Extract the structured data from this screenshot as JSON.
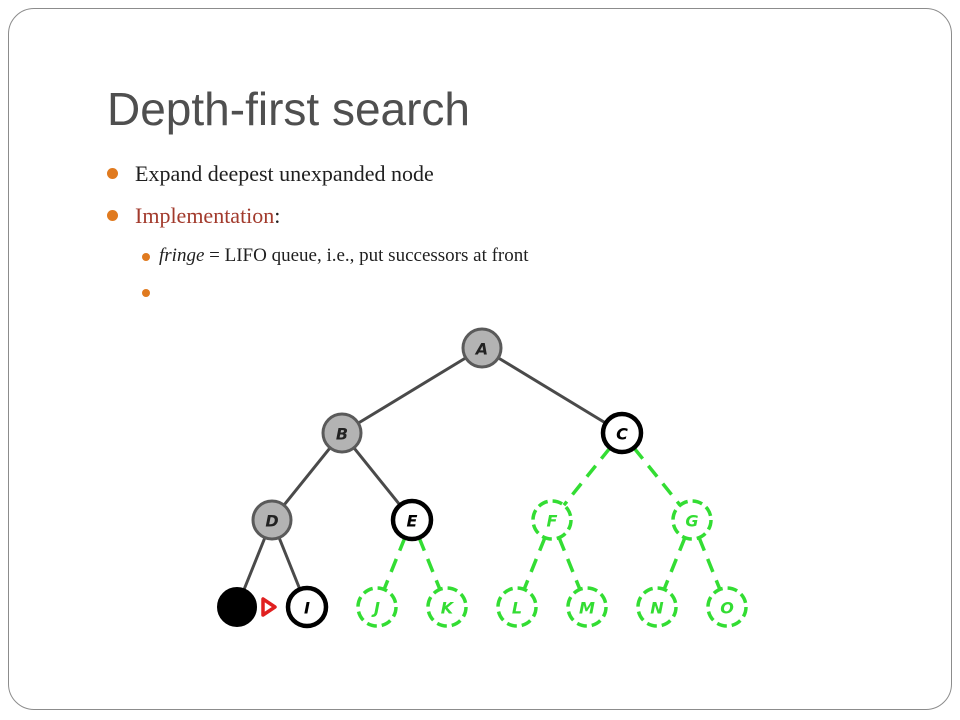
{
  "slide": {
    "title": "Depth-first search",
    "bullets": [
      {
        "text": "Expand deepest unexpanded node"
      },
      {
        "text_accent": "Implementation",
        "text_rest": ":"
      }
    ],
    "sub_bullets": [
      {
        "italic": "fringe",
        "text": " = LIFO queue, i.e., put successors at front"
      },
      {
        "text": ""
      }
    ]
  },
  "colors": {
    "bullet": "#e07a1f",
    "accent_text": "#a23a2c",
    "expanded_fill": "#b3b3b3",
    "unexplored": "#33dd33",
    "current_node": "#000000",
    "pointer": "#e02020"
  },
  "tree": {
    "nodes": [
      {
        "id": "A",
        "label": "A",
        "state": "expanded"
      },
      {
        "id": "B",
        "label": "B",
        "state": "expanded"
      },
      {
        "id": "C",
        "label": "C",
        "state": "frontier"
      },
      {
        "id": "D",
        "label": "D",
        "state": "expanded"
      },
      {
        "id": "E",
        "label": "E",
        "state": "frontier"
      },
      {
        "id": "F",
        "label": "F",
        "state": "unexplored"
      },
      {
        "id": "G",
        "label": "G",
        "state": "unexplored"
      },
      {
        "id": "H",
        "label": "",
        "state": "current"
      },
      {
        "id": "I",
        "label": "I",
        "state": "frontier"
      },
      {
        "id": "J",
        "label": "J",
        "state": "unexplored"
      },
      {
        "id": "K",
        "label": "K",
        "state": "unexplored"
      },
      {
        "id": "L",
        "label": "L",
        "state": "unexplored"
      },
      {
        "id": "M",
        "label": "M",
        "state": "unexplored"
      },
      {
        "id": "N",
        "label": "N",
        "state": "unexplored"
      },
      {
        "id": "O",
        "label": "O",
        "state": "unexplored"
      }
    ],
    "edges": [
      {
        "from": "A",
        "to": "B",
        "state": "explored"
      },
      {
        "from": "A",
        "to": "C",
        "state": "explored"
      },
      {
        "from": "B",
        "to": "D",
        "state": "explored"
      },
      {
        "from": "B",
        "to": "E",
        "state": "explored"
      },
      {
        "from": "C",
        "to": "F",
        "state": "unexplored"
      },
      {
        "from": "C",
        "to": "G",
        "state": "unexplored"
      },
      {
        "from": "D",
        "to": "H",
        "state": "explored"
      },
      {
        "from": "D",
        "to": "I",
        "state": "explored"
      },
      {
        "from": "E",
        "to": "J",
        "state": "unexplored"
      },
      {
        "from": "E",
        "to": "K",
        "state": "unexplored"
      },
      {
        "from": "F",
        "to": "L",
        "state": "unexplored"
      },
      {
        "from": "F",
        "to": "M",
        "state": "unexplored"
      },
      {
        "from": "G",
        "to": "N",
        "state": "unexplored"
      },
      {
        "from": "G",
        "to": "O",
        "state": "unexplored"
      }
    ],
    "pointer_at": "H"
  }
}
